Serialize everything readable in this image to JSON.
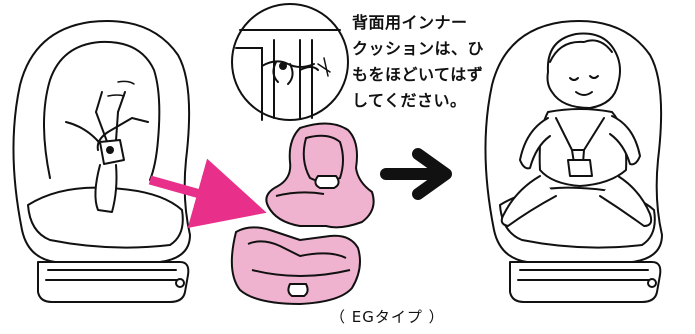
{
  "note": {
    "lines": [
      "背面用インナー",
      "クッションは、ひ",
      "もをほどいてはず",
      "してください。"
    ]
  },
  "caption": "（ EGタイプ ）",
  "colors": {
    "cushion_fill": "#f0b3cf",
    "arrow_pink": "#e8308a",
    "line": "#111111"
  },
  "icons": [
    "seat-with-cushion-illustration",
    "detail-zoom-circle",
    "inner-cushion-parts",
    "arrow-right-icon",
    "seat-with-child-illustration"
  ]
}
